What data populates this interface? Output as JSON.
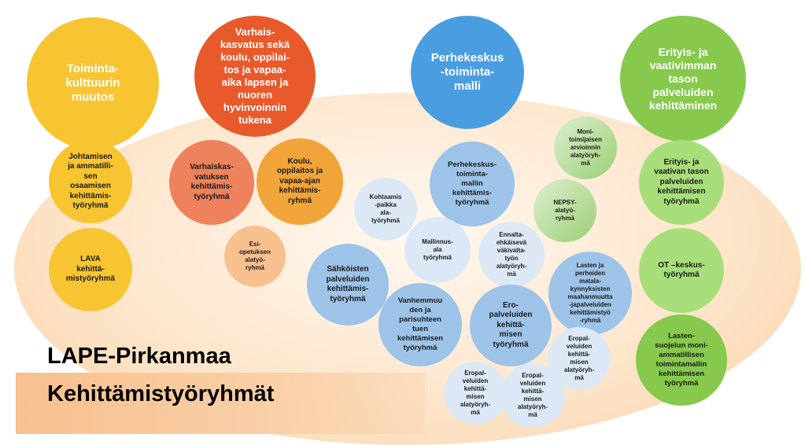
{
  "title": {
    "line1": "LAPE-Pirkanmaa",
    "line2": "Kehittämistyöryhmät"
  },
  "circles": {
    "toimintakulttuuri": "Toiminta-\nkulttuurin\nmuutos",
    "varhaiskasvatus_main": "Varhais-\nkasvatus sekä\nkoulu, oppilai-\ntos ja vapaa-\naika lapsen ja\nnuoren\nhyvinvoinnin\ntukena",
    "perhekeskus_main": "Perhekeskus\n-toiminta-\nmalli",
    "erityis_main": "Erityis- ja\nvaativimman\ntason\npalveluiden\nkehittäminen",
    "johtaminen": "Johtamisen\nja ammatilli-\nsen\nosaamisen\nkehittämis-\ntyöryhmä",
    "lava": "LAVA\nkehittä-\nmistyöryhmä",
    "varhaiskasvatuksen": "Varhaiskas-\nvatuksen\nkehittämis-\ntyöryhmä",
    "koulu": "Koulu,\noppilaitos ja\nvapaa-ajan\nkehittämis-\nryhmä",
    "esiopetus": "Esi-\nopetuksen\nalatyö-\nryhmä",
    "perhekeskus_tr": "Perhekeskus-\ntoiminta-\nmallin\nkehittämis-\ntyöryhmä",
    "monitoimijaisen": "Moni-\ntoimijaisen\narvioinnin\nalatyöryh-\nmä",
    "nepsy": "NEPSY-\nalatyö-\nryhmä",
    "kohtaamispaikka": "Kohtaamis\n-paikka\nala-\ntyöryhmä",
    "mallinnus": "Mallinnus-\nala\ntyöryhmä",
    "ennaltaehkaiseva": "Ennalta-\nehkäisevä\nväkivalta-\ntyön\nalatyöryh-\nmä",
    "lasten_perheiden": "Lasten ja\nperheiden\nmatala-\nkynnyksisten\nmaahanmuutta\n-japalveluiden\nkehittämistyö\n-ryhmä",
    "sahkoisten": "Sähköisten\npalveluiden\nkehittämis-\ntyöryhmä",
    "vanhemmuuden": "Vanhemmuu\nden ja\nparisuhteen\ntuen\nkehittämisen\ntyöryhmä",
    "eropalveluiden_tr": "Ero-\npalveluiden\nkehittä-\nmisen\ntyöryhmä",
    "eropalveluiden_ala_1": "Eropal-\nveluiden\nkehittä-\nmisen\nalatyöryh-\nmä",
    "eropalveluiden_ala_2": "Eropal-\nveluiden\nkehittä-\nmisen\nalatyöryh-\nmä",
    "eropalveluiden_ala_3": "Eropal-\nveluiden\nkehittä-\nmisen\nalatyöryh-\nmä",
    "erityis_tr": "Erityis- ja\nvaativan tason\npalveluiden\nkehittämisen\ntyöryhmä",
    "ot_keskus": "OT –keskus-\ntyöryhmä",
    "lastensuojelu": "Lasten-\nsuojelun moni-\nammatillisen\ntoimintamallin\nkehittämisen\ntyöryhmä"
  },
  "colors": {
    "yellow": "#f8c532",
    "orange": "#e85a2c",
    "salmon": "#ed825c",
    "light_orange": "#f0a43a",
    "peach": "#f7c08f",
    "blue": "#4a9ee0",
    "mid_blue": "#9dc3e8",
    "light_blue": "#dce8f5",
    "green": "#86c94c",
    "light_green": "#a8de7a"
  }
}
